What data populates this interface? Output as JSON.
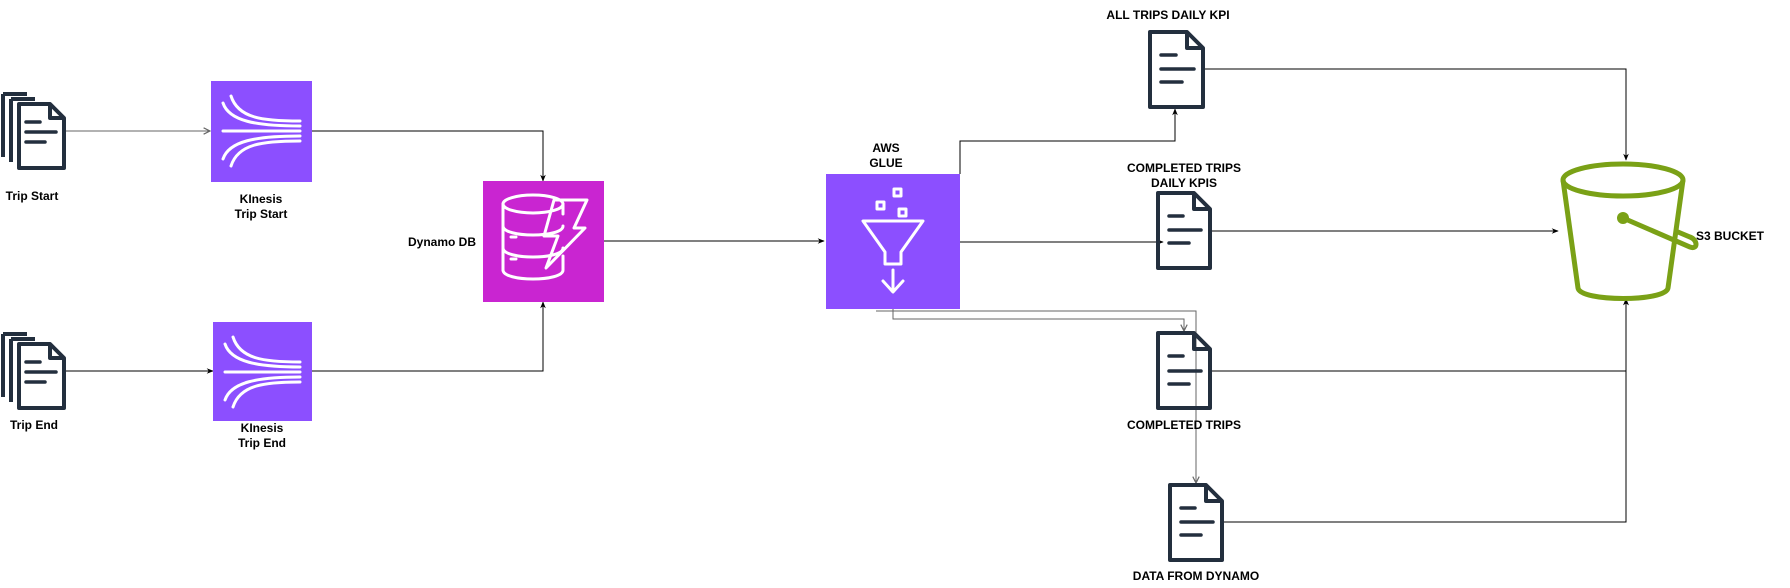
{
  "colors": {
    "kinesis": "#8c4fff",
    "dynamodb": "#c925d1",
    "glue": "#8c4fff",
    "s3": "#7aa116",
    "document": "#232f3e",
    "edge": "#000000",
    "edge_secondary": "#666666"
  },
  "nodes": {
    "trip_start_docs": {
      "label": "Trip Start",
      "icon": "multiple-documents-icon"
    },
    "trip_end_docs": {
      "label": "Trip End",
      "icon": "multiple-documents-icon"
    },
    "kinesis_trip_start": {
      "label_line1": "KInesis",
      "label_line2": "Trip Start",
      "icon": "kinesis-icon"
    },
    "kinesis_trip_end": {
      "label_line1": "KInesis",
      "label_line2": "Trip End",
      "icon": "kinesis-icon"
    },
    "dynamo_db": {
      "label": "Dynamo DB",
      "icon": "dynamodb-icon"
    },
    "aws_glue": {
      "label_line1": "AWS",
      "label_line2": "GLUE",
      "icon": "glue-icon"
    },
    "all_trips_daily_kpi": {
      "label": "ALL TRIPS DAILY KPI",
      "icon": "document-icon"
    },
    "completed_trips_daily_kpis": {
      "label_line1": "COMPLETED TRIPS",
      "label_line2": "DAILY KPIS",
      "icon": "document-icon"
    },
    "completed_trips": {
      "label": "COMPLETED TRIPS",
      "icon": "document-icon"
    },
    "data_from_dynamo": {
      "label": "DATA FROM DYNAMO",
      "icon": "document-icon"
    },
    "s3_bucket": {
      "label": "S3 BUCKET",
      "icon": "s3-bucket-icon"
    }
  },
  "edges": [
    {
      "from": "Trip Start",
      "to": "KInesis Trip Start"
    },
    {
      "from": "Trip End",
      "to": "KInesis Trip End"
    },
    {
      "from": "KInesis Trip Start",
      "to": "Dynamo DB"
    },
    {
      "from": "KInesis Trip End",
      "to": "Dynamo DB"
    },
    {
      "from": "Dynamo DB",
      "to": "AWS GLUE"
    },
    {
      "from": "AWS GLUE",
      "to": "ALL TRIPS DAILY KPI"
    },
    {
      "from": "AWS GLUE",
      "to": "COMPLETED TRIPS DAILY KPIS"
    },
    {
      "from": "AWS GLUE",
      "to": "COMPLETED TRIPS"
    },
    {
      "from": "AWS GLUE",
      "to": "DATA FROM DYNAMO"
    },
    {
      "from": "ALL TRIPS DAILY KPI",
      "to": "S3 BUCKET"
    },
    {
      "from": "COMPLETED TRIPS DAILY KPIS",
      "to": "S3 BUCKET"
    },
    {
      "from": "COMPLETED TRIPS",
      "to": "S3 BUCKET"
    },
    {
      "from": "DATA FROM DYNAMO",
      "to": "S3 BUCKET"
    }
  ]
}
